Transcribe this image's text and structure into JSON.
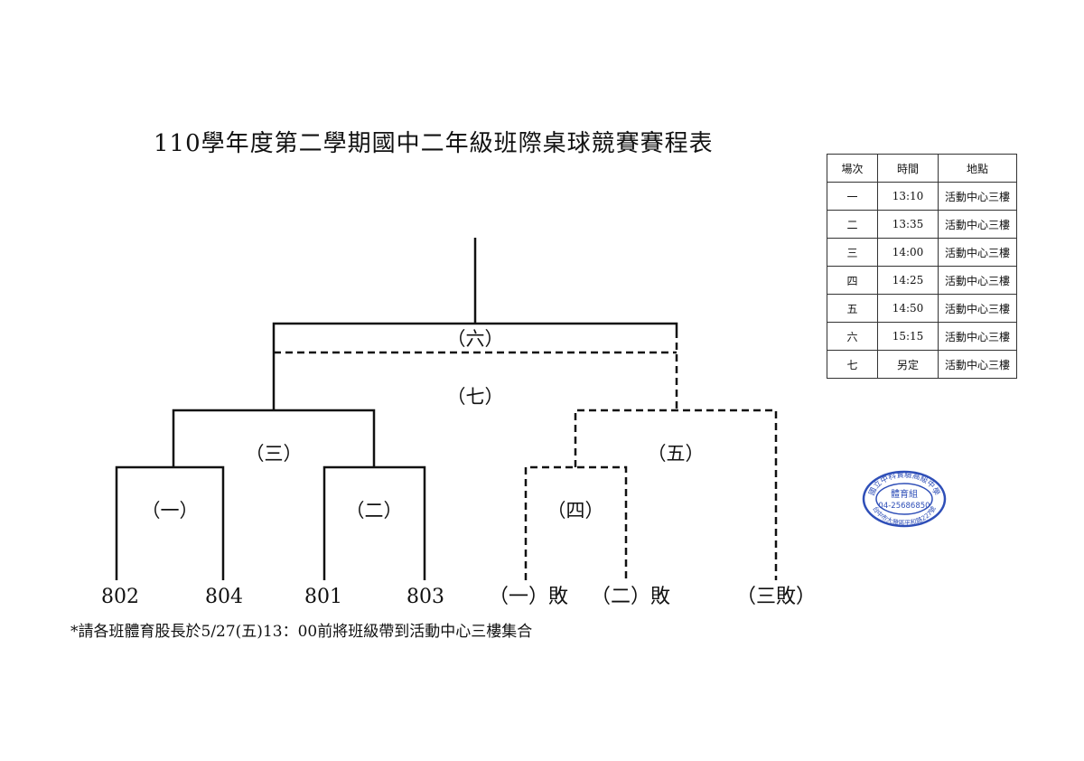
{
  "title": "110學年度第二學期國中二年級班際桌球競賽賽程表",
  "schedule": {
    "headers": [
      "場次",
      "時間",
      "地點"
    ],
    "rows": [
      [
        "一",
        "13:10",
        "活動中心三樓"
      ],
      [
        "二",
        "13:35",
        "活動中心三樓"
      ],
      [
        "三",
        "14:00",
        "活動中心三樓"
      ],
      [
        "四",
        "14:25",
        "活動中心三樓"
      ],
      [
        "五",
        "14:50",
        "活動中心三樓"
      ],
      [
        "六",
        "15:15",
        "活動中心三樓"
      ],
      [
        "七",
        "另定",
        "活動中心三樓"
      ]
    ]
  },
  "bracket": {
    "teams": [
      "802",
      "804",
      "801",
      "803",
      "（一）敗",
      "（二）敗",
      "（三敗）"
    ],
    "matches": [
      "（一）",
      "（二）",
      "（三）",
      "（四）",
      "（五）",
      "（六）",
      "（七）"
    ]
  },
  "footnote": "*請各班體育股長於5/27(五)13：00前將班級帶到活動中心三樓集合",
  "seal": {
    "school": "國立中科實驗高級中學",
    "unit": "體育組",
    "phone": "04-25686850",
    "address": "台中市大雅區平和路227號",
    "color": "#2f4fb8"
  }
}
